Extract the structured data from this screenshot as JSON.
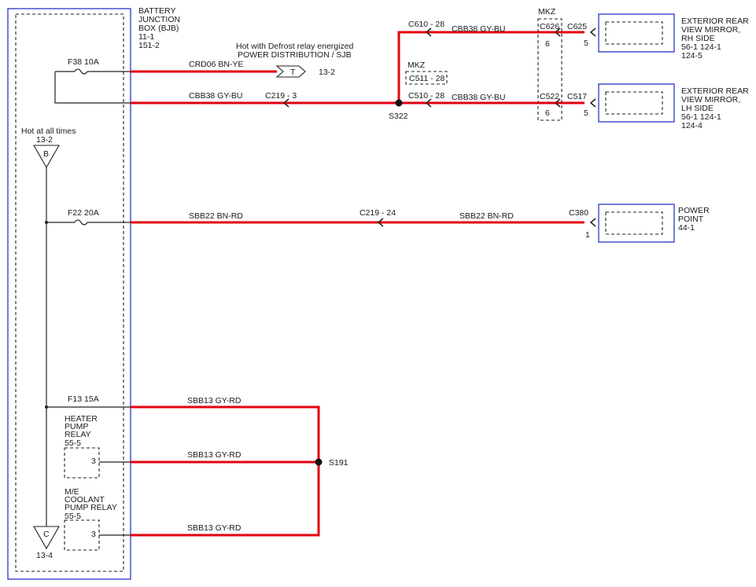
{
  "bjb": {
    "title_lines": [
      "BATTERY",
      "JUNCTION",
      "BOX (BJB)",
      "11-1",
      "151-2"
    ],
    "hot_label": "Hot at all times",
    "hot_ref": "13-2",
    "terminal_b": "B",
    "terminal_c": "C",
    "terminal_c_ref": "13-4"
  },
  "fuses": {
    "f38": "F38  10A",
    "f22": "F22  20A",
    "f13": "F13  15A"
  },
  "defrost": {
    "label_1": "Hot with Defrost relay energized",
    "label_2": "POWER DISTRIBUTION / SJB",
    "terminal": "T",
    "ref": "13-2"
  },
  "wires": {
    "crd06": "CRD06   BN-YE",
    "cbb38": "CBB38   GY-BU",
    "sbb22": "SBB22   BN-RD",
    "sbb13": "SBB13   GY-RD"
  },
  "connectors": {
    "c219_3": "C219 - 3",
    "c219_24": "C219 - 24",
    "c610_28": "C610 - 28",
    "c510_28": "C510 - 28",
    "c511_28": "C511 - 28",
    "c626": "C626",
    "c522": "C522",
    "c625": "C625",
    "c517": "C517",
    "c380": "C380",
    "pin_6": "6",
    "pin_5": "5",
    "pin_1": "1",
    "pin_3": "3"
  },
  "splices": {
    "s322": "S322",
    "s191": "S191"
  },
  "mkz": "MKZ",
  "mirror_rh": {
    "lines": [
      "EXTERIOR REAR",
      "VIEW MIRROR,",
      "RH SIDE"
    ],
    "ref_1": "56-1     124-1",
    "ref_2": "124-5"
  },
  "mirror_lh": {
    "lines": [
      "EXTERIOR REAR",
      "VIEW MIRROR,",
      "LH SIDE"
    ],
    "ref_1": "56-1     124-1",
    "ref_2": "124-4"
  },
  "power_point": {
    "lines": [
      "POWER",
      "POINT"
    ],
    "ref": "44-1"
  },
  "heater_relay": {
    "lines": [
      "HEATER",
      "PUMP",
      "RELAY"
    ],
    "ref": "55-5"
  },
  "coolant_relay": {
    "lines": [
      "M/E",
      "COOLANT",
      "PUMP RELAY"
    ],
    "ref": "55-5"
  }
}
